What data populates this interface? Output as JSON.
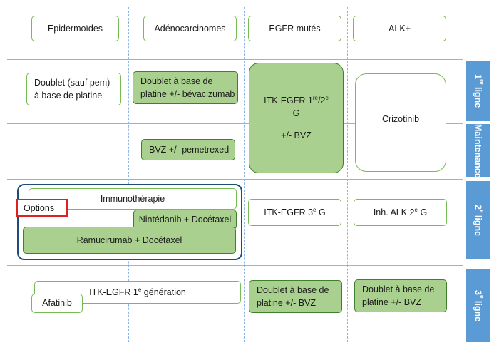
{
  "columns": [
    "Epidermoïdes",
    "Adénocarcinomes",
    "EGFR mutés",
    "ALK+"
  ],
  "side_labels": {
    "first_line": {
      "base": "1",
      "sup": "re",
      "rest": " ligne"
    },
    "maintenance": "Maintenance",
    "second_line": {
      "base": "2",
      "sup": "e",
      "rest": " ligne"
    },
    "third_line": {
      "base": "3",
      "sup": "e",
      "rest": " ligne"
    }
  },
  "first_line": {
    "epidermoid": {
      "line1": "Doublet (sauf pem)",
      "line2": "à base de platine"
    },
    "adeno": {
      "line1": "Doublet à base de",
      "line2": "platine +/- bévacizumab"
    },
    "egfr": {
      "pre": "ITK-EGFR 1",
      "sup1": "re",
      "mid": "/2",
      "sup2": "e",
      "line2": "G",
      "line3": "+/- BVZ"
    },
    "alk": "Crizotinib"
  },
  "maintenance": {
    "adeno": "BVZ +/- pemetrexed"
  },
  "second_line": {
    "immuno": "Immunothérapie",
    "options": "Options",
    "nintedanib": "Nintédanib + Docétaxel",
    "ramucirumab": "Ramucirumab + Docétaxel",
    "egfr": {
      "pre": "ITK-EGFR 3",
      "sup": "e",
      "post": " G"
    },
    "alk": {
      "pre": "Inh. ALK 2",
      "sup": "e",
      "post": " G"
    }
  },
  "third_line": {
    "itk": {
      "pre": "ITK-EGFR 1",
      "sup": "e",
      "post": " génération"
    },
    "afatinib": "Afatinib",
    "egfr": {
      "line1": "Doublet à base de",
      "line2": "platine +/- BVZ"
    },
    "alk": {
      "line1": "Doublet à base de",
      "line2": "platine +/- BVZ"
    }
  },
  "colors": {
    "green_fill": "#a9d08e",
    "green_border": "#77bb55",
    "side_blue": "#5b9bd5",
    "group_border": "#1f4e79",
    "options_border": "#e02020",
    "grid": "#8eb4e3"
  }
}
